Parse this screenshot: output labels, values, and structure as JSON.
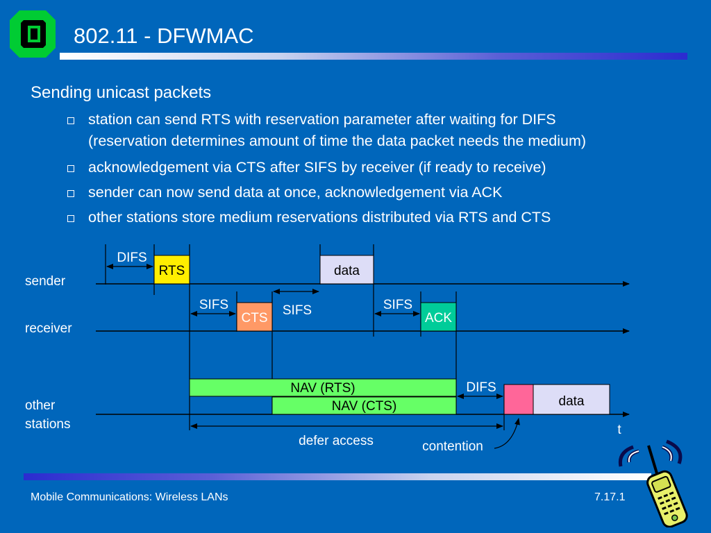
{
  "slide": {
    "title": "802.11 - DFWMAC",
    "heading": "Sending unicast packets",
    "bullets": [
      "station can send RTS with reservation parameter after waiting for DIFS",
      "(reservation determines amount of time the data packet needs the medium)",
      "acknowledgement via CTS after SIFS by receiver (if ready to receive)",
      "sender can now send data at once, acknowledgement via ACK",
      "other stations store medium reservations distributed via RTS and CTS"
    ]
  },
  "diagram": {
    "rows": {
      "sender": "sender",
      "receiver": "receiver",
      "other_line1": "other",
      "other_line2": "stations"
    },
    "frames": {
      "rts": "RTS",
      "data_sender": "data",
      "cts": "CTS",
      "ack": "ACK",
      "nav_rts": "NAV (RTS)",
      "nav_cts": "NAV (CTS)",
      "data_other": "data"
    },
    "intervals": {
      "difs_sender": "DIFS",
      "sifs_1": "SIFS",
      "sifs_2": "SIFS",
      "sifs_3": "SIFS",
      "difs_other": "DIFS"
    },
    "annotations": {
      "time_axis": "t",
      "defer_access": "defer access",
      "contention": "contention"
    },
    "colors": {
      "rts": "#ffee00",
      "data": "#ddddf7",
      "cts": "#ff9966",
      "ack": "#00cc99",
      "nav": "#66ff66",
      "contention_slot": "#ff6699"
    }
  },
  "footer": {
    "left": "Mobile Communications: Wireless LANs",
    "right": "7.17.1"
  },
  "theme": {
    "background": "#0066bb",
    "text": "#ffffff"
  }
}
